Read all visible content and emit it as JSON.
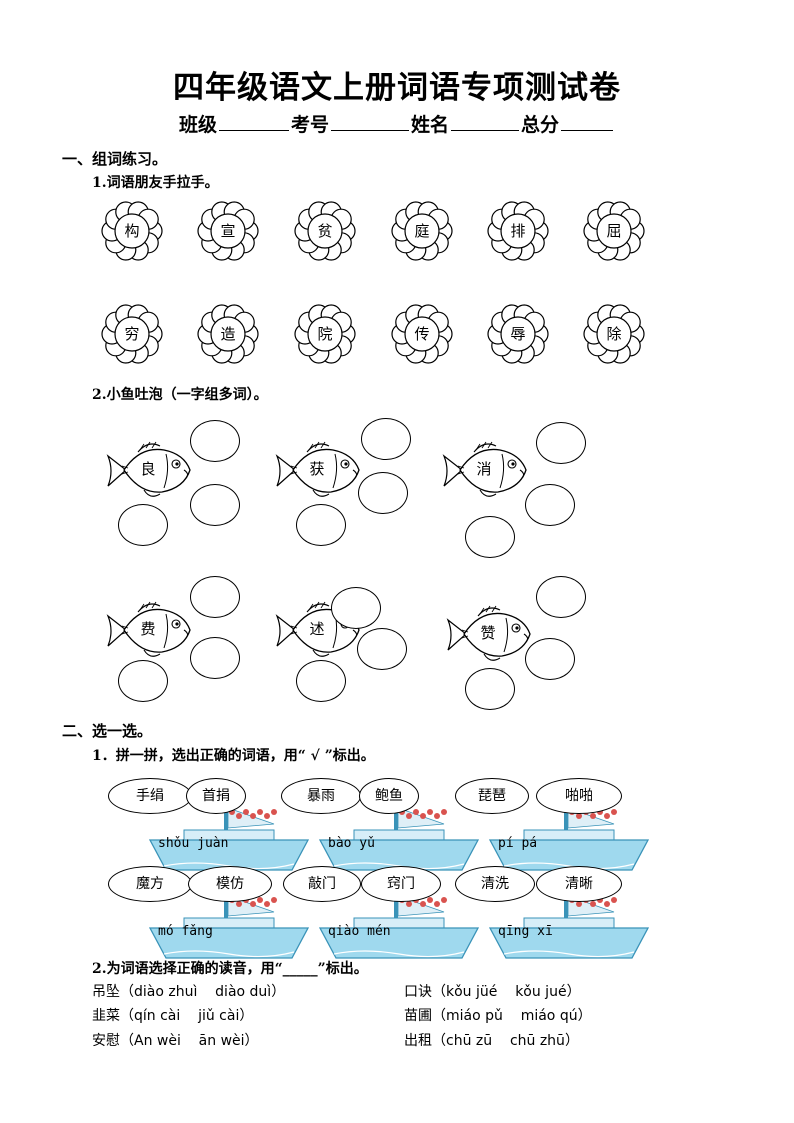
{
  "title": "四年级语文上册词语专项测试卷",
  "info": {
    "class_label": "班级",
    "number_label": "考号",
    "name_label": "姓名",
    "score_label": "总分"
  },
  "section1": {
    "heading": "一、组词练习。",
    "q1": "1.词语朋友手拉手。",
    "flowers_row1": [
      "构",
      "宣",
      "贫",
      "庭",
      "排",
      "屈"
    ],
    "flowers_row2": [
      "穷",
      "造",
      "院",
      "传",
      "辱",
      "除"
    ],
    "q2": "2.小鱼吐泡（一字组多词）。",
    "fish": [
      "良",
      "获",
      "消",
      "费",
      "述",
      "赞"
    ]
  },
  "section2": {
    "heading": "二、选一选。",
    "q1": "1．拼一拼，选出正确的词语，用“ √ ”标出。",
    "boats": [
      {
        "left": "手绢",
        "right": "首捐",
        "pinyin": "shǒu juàn"
      },
      {
        "left": "暴雨",
        "right": "鲍鱼",
        "pinyin": "bào yǔ"
      },
      {
        "left": "琵琶",
        "right": "啪啪",
        "pinyin": "pí pá"
      },
      {
        "left": "魔方",
        "right": "模仿",
        "pinyin": "mó fǎng"
      },
      {
        "left": "敲门",
        "right": "窍门",
        "pinyin": "qiào mén"
      },
      {
        "left": "清洗",
        "right": "清晰",
        "pinyin": "qīng xī"
      }
    ],
    "q2": "2.为词语选择正确的读音，用“_____”标出。",
    "readings": [
      {
        "word": "吊坠",
        "a": "diào zhuì",
        "b": "diào duì"
      },
      {
        "word": "口诀",
        "a": "kǒu jüé",
        "b": "kǒu jué"
      },
      {
        "word": "韭菜",
        "a": "qín cài",
        "b": "jiǔ cài"
      },
      {
        "word": "苗圃",
        "a": "miáo pǔ",
        "b": "miáo qú"
      },
      {
        "word": "安慰",
        "a": "An wèi",
        "b": "ān wèi"
      },
      {
        "word": "出租",
        "a": "chū zū",
        "b": "chū zhū"
      }
    ]
  },
  "colors": {
    "boat_body": "#9fd9ee",
    "boat_dark": "#3a93b8",
    "accent_dots": "#d9534f"
  }
}
